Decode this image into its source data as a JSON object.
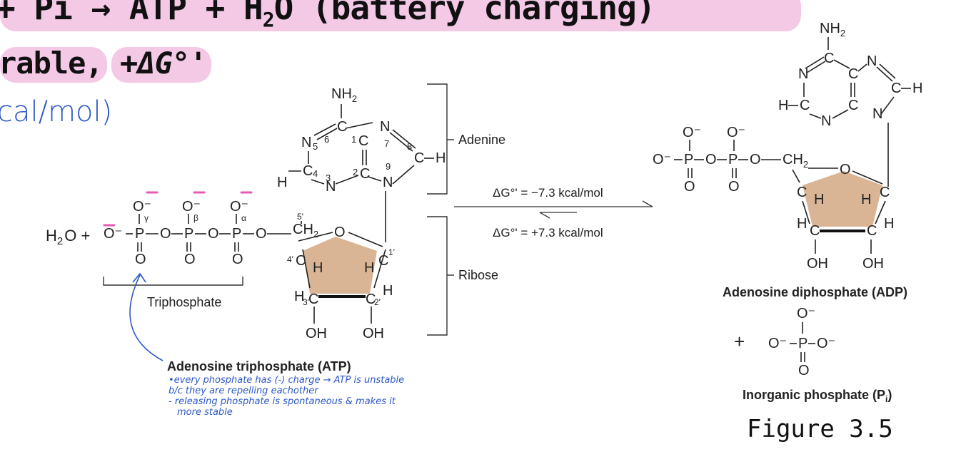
{
  "title": {
    "line1": "+ Pi → ATP + H",
    "line1_sub": "2",
    "line1_tail": "O (battery charging)",
    "line2_a": "rable,",
    "line2_b": "+ΔG°'",
    "hand_units": "cal/mol)"
  },
  "atp": {
    "water": "H",
    "water_sub": "2",
    "water_tail": "O +",
    "triphosphate_label": "Triphosphate",
    "adenine_label": "Adenine",
    "ribose_label": "Ribose",
    "caption": "Adenosine triphosphate (ATP)",
    "greek": [
      "γ",
      "β",
      "α"
    ],
    "carbon_primes": [
      "5'",
      "4'",
      "3'",
      "2'",
      "1'"
    ],
    "ring_numbers": [
      "6",
      "1",
      "5",
      "7",
      "8",
      "9",
      "4",
      "3",
      "2"
    ],
    "atoms": {
      "O": "O",
      "P": "P",
      "N": "N",
      "C": "C",
      "H": "H",
      "OH": "OH",
      "NH2": "NH",
      "NH2_sub": "2",
      "CH2": "CH",
      "CH2_sub": "2",
      "Ominus": "O⁻"
    }
  },
  "reaction": {
    "forward": "ΔG°' = −7.3 kcal/mol",
    "reverse": "ΔG°' = +7.3 kcal/mol"
  },
  "adp": {
    "caption": "Adenosine diphosphate (ADP)",
    "plus": "+",
    "pi_caption": "Inorganic phosphate (P",
    "pi_sub": "i",
    "pi_close": ")"
  },
  "figure_label": "Figure 3.5",
  "handwriting": {
    "note1": "•every phosphate has (-) charge → ATP is unstable",
    "note2": "b/c they are repelling eachother",
    "note3": "- releasing phosphate is spontaneous & makes it",
    "note4": "more stable"
  },
  "colors": {
    "highlight": "#f4c9e6",
    "ribose": "#d9b596",
    "pen": "#2b57c8",
    "minus_mark": "#e85ab2"
  }
}
